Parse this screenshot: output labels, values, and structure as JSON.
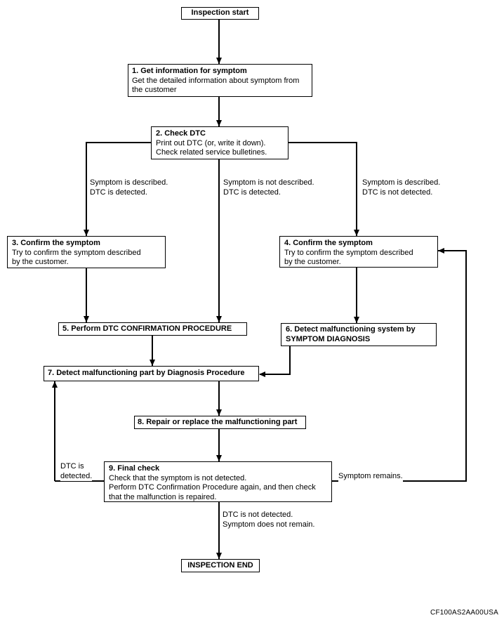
{
  "nodes": {
    "start": {
      "label": "Inspection start"
    },
    "step1": {
      "title": "1. Get information for symptom",
      "body": "Get the detailed information about symptom from\nthe customer"
    },
    "step2": {
      "title": "2. Check DTC",
      "body": "Print out DTC (or, write it down).\nCheck related service bulletines."
    },
    "step3": {
      "title": "3. Confirm the symptom",
      "body": "Try to confirm the symptom described\nby the customer."
    },
    "step4": {
      "title": "4. Confirm the symptom",
      "body": "Try to confirm the symptom described\nby the customer."
    },
    "step5": {
      "title": "5. Perform DTC CONFIRMATION PROCEDURE"
    },
    "step6": {
      "title": "6. Detect malfunctioning system by\nSYMPTOM DIAGNOSIS"
    },
    "step7": {
      "title": "7. Detect malfunctioning part by Diagnosis Procedure"
    },
    "step8": {
      "title": "8. Repair or replace the malfunctioning part"
    },
    "step9": {
      "title": "9. Final check",
      "body": "Check that the symptom is not detected.\nPerform DTC Confirmation Procedure again, and then check\nthat the malfunction is repaired."
    },
    "end": {
      "label": "INSPECTION END"
    }
  },
  "edge_labels": {
    "branch_left": "Symptom is described.\nDTC is detected.",
    "branch_middle": "Symptom is not described.\nDTC is detected.",
    "branch_right": "Symptom is described.\nDTC is not detected.",
    "dtc_detected": "DTC is\ndetected.",
    "symptom_remains": "Symptom remains.",
    "inspection_ok": "DTC is not detected.\nSymptom does not remain."
  },
  "footer": {
    "code": "CF100AS2AA00USA"
  },
  "colors": {
    "line": "#000000",
    "background": "#ffffff",
    "text": "#000000"
  }
}
